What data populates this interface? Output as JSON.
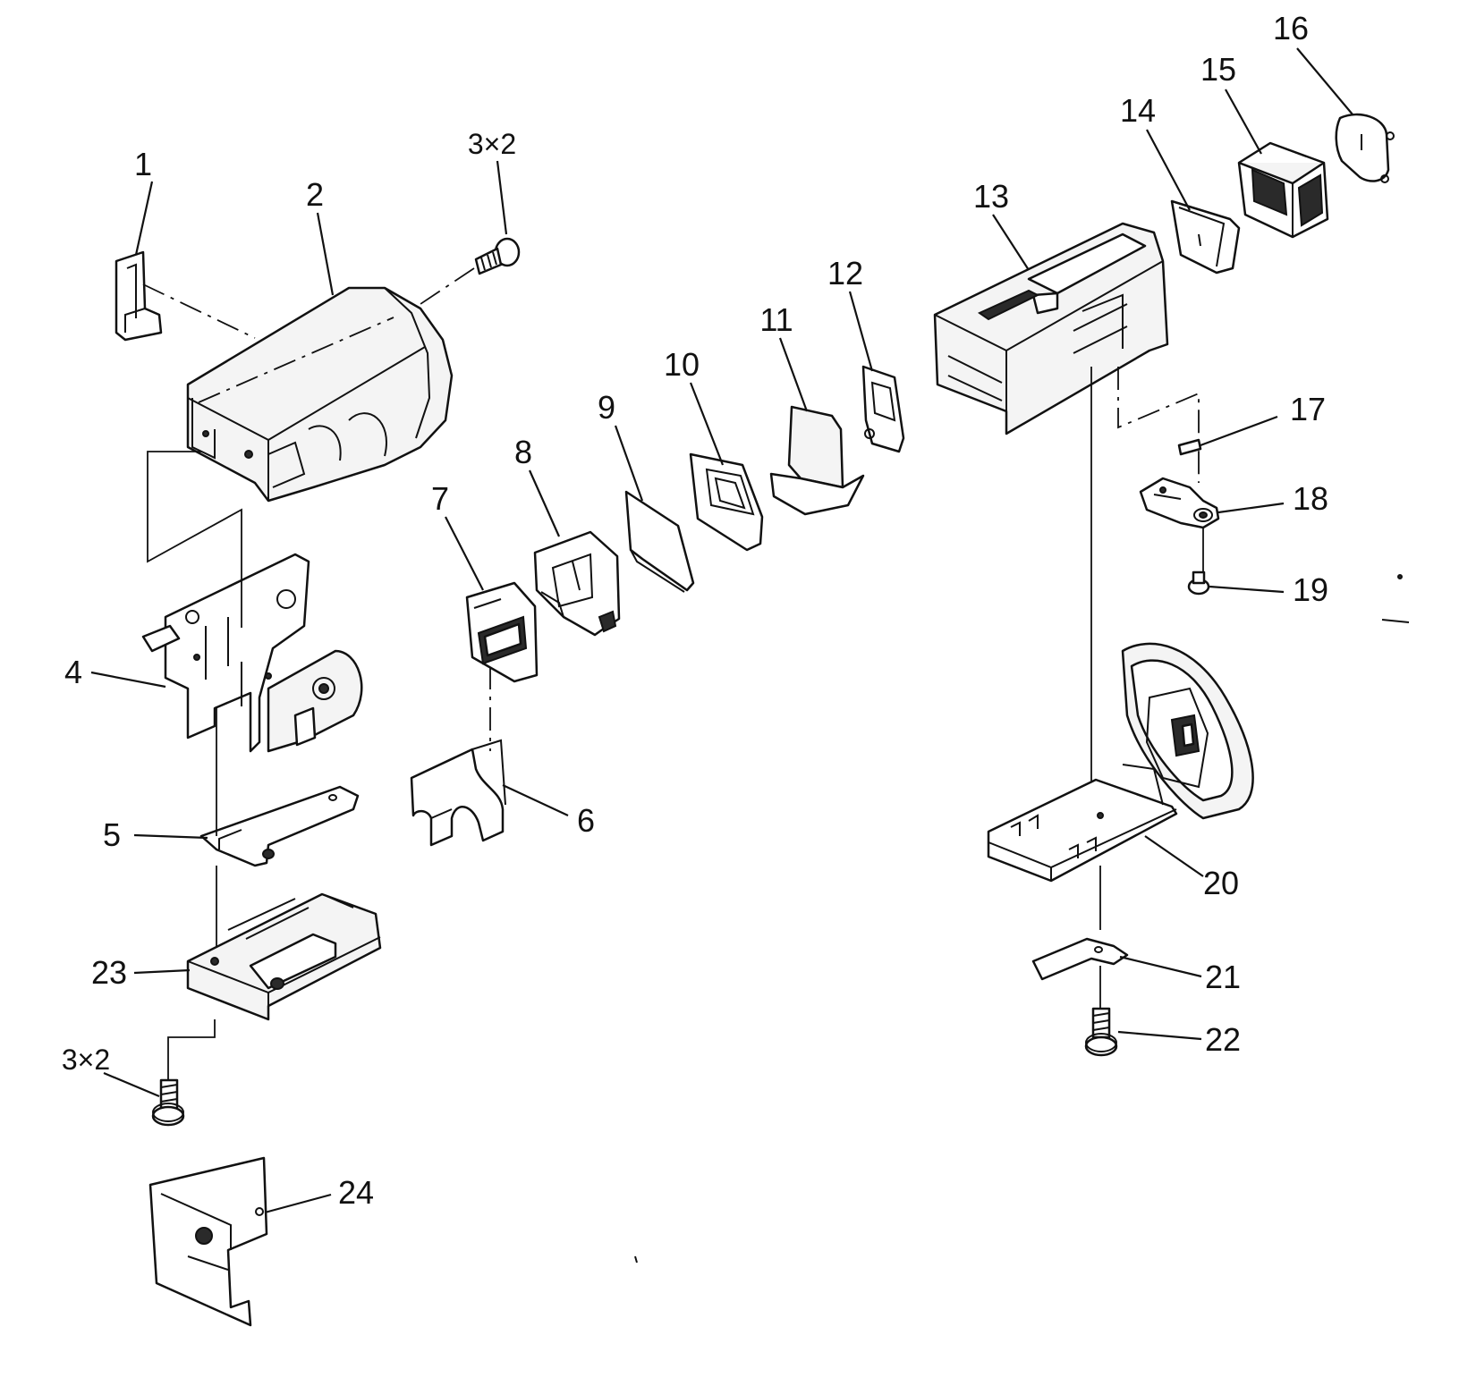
{
  "callouts": {
    "p1": "1",
    "p2": "2",
    "screw_top_qty": "3×2",
    "p4": "4",
    "p5": "5",
    "p6": "6",
    "p7": "7",
    "p8": "8",
    "p9": "9",
    "p10": "10",
    "p11": "11",
    "p12": "12",
    "p13": "13",
    "p14": "14",
    "p15": "15",
    "p16": "16",
    "p17": "17",
    "p18": "18",
    "p19": "19",
    "p20": "20",
    "p21": "21",
    "p22": "22",
    "p23": "23",
    "screw_bottom_qty": "3×2",
    "p24": "24"
  },
  "colors": {
    "ink": "#111111",
    "paper": "#ffffff"
  }
}
